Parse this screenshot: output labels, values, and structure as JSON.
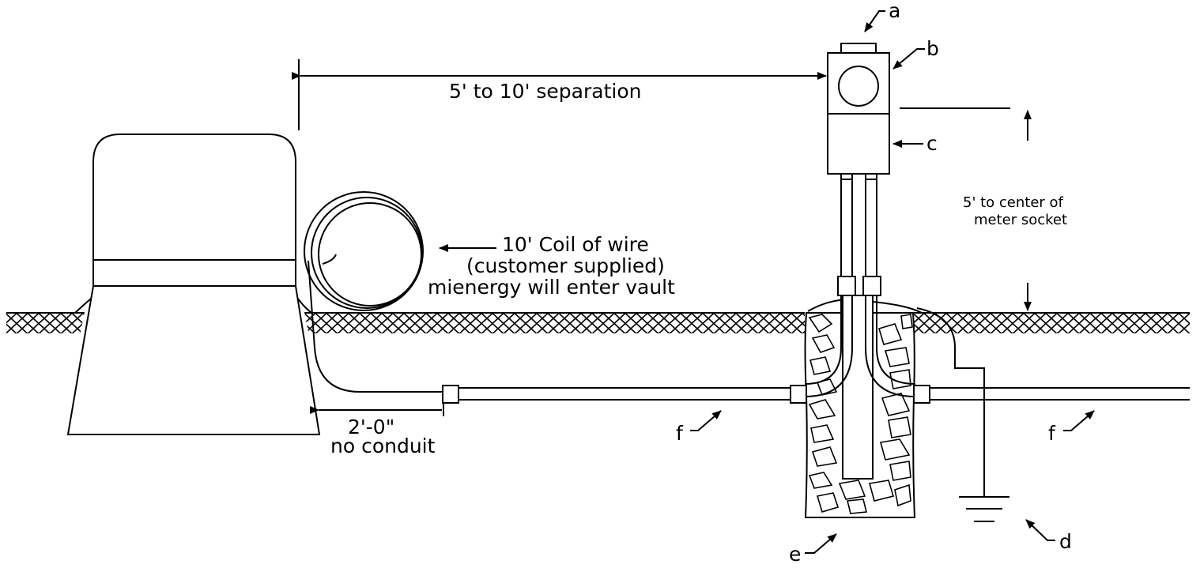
{
  "labels": {
    "separation": "5' to 10' separation",
    "coil_line1": "10' Coil of wire",
    "coil_line2": "(customer supplied)",
    "coil_line3": "mienergy will enter vault",
    "height_line1": "5' to center of",
    "height_line2": "meter socket",
    "no_conduit_dim": "2'-0\"",
    "no_conduit": "no conduit"
  },
  "callouts": {
    "a": "a",
    "b": "b",
    "c": "c",
    "d": "d",
    "e": "e",
    "f_left": "f",
    "f_right": "f"
  }
}
